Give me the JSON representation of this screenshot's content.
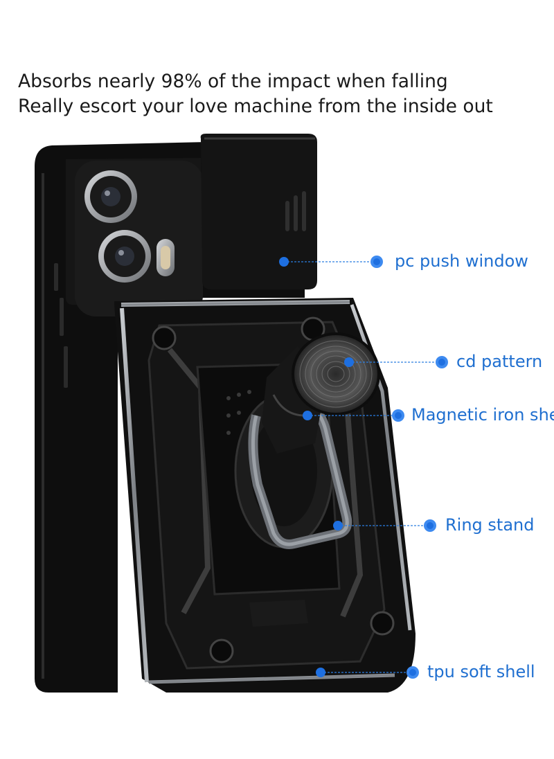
{
  "headline": {
    "line1": "Absorbs nearly 98% of the impact when falling",
    "line2": "Really escort your love machine from the inside out"
  },
  "callouts": {
    "pc_push_window": "pc push window",
    "cd_pattern": "cd pattern",
    "magnetic_iron_sheet": "Magnetic iron shee",
    "ring_stand": "Ring stand",
    "tpu_soft_shell": "tpu soft shell"
  },
  "colors": {
    "callout": "#1f6fd0",
    "case": "#111111",
    "case_highlight": "#3a3a3a",
    "trim": "#9a9ea3"
  }
}
